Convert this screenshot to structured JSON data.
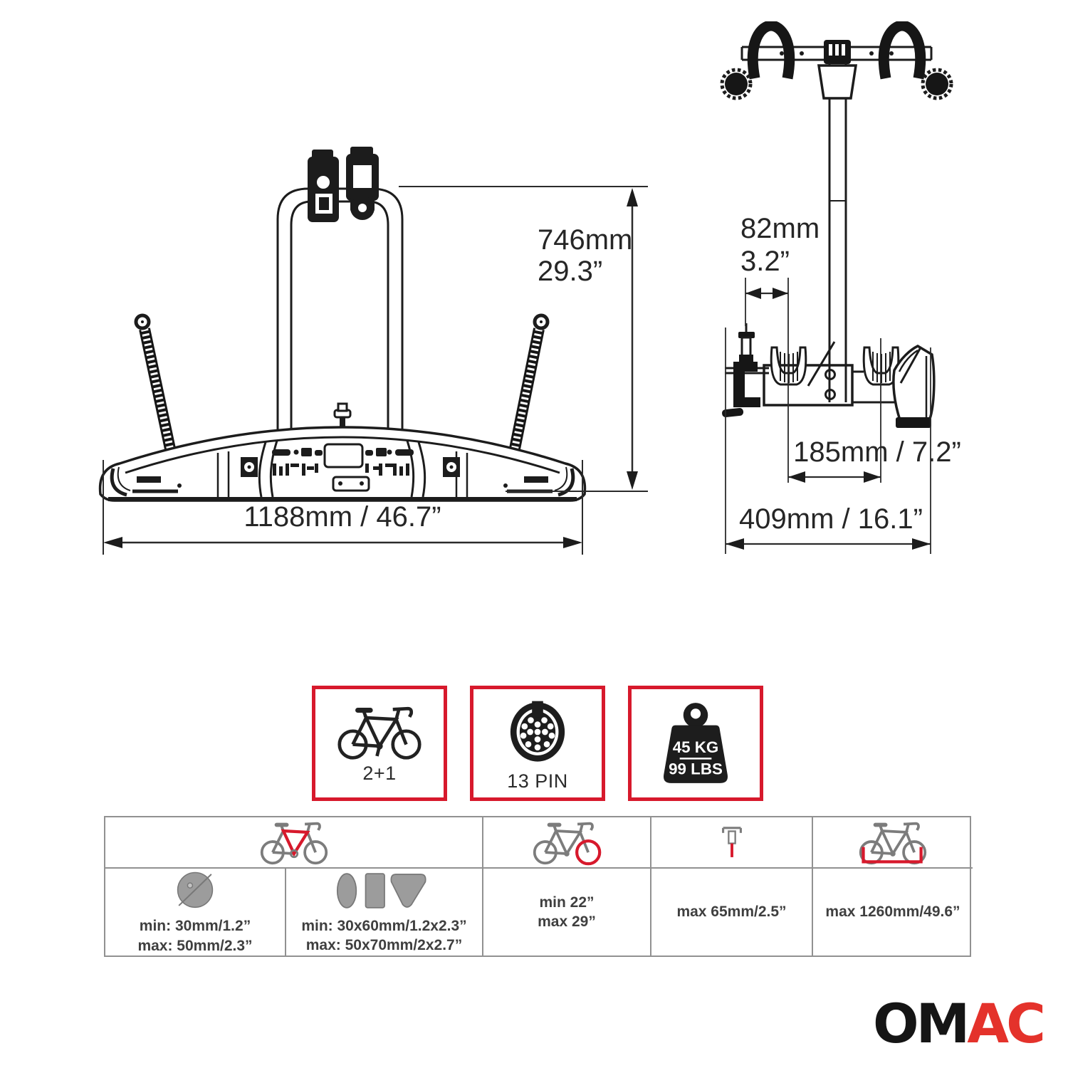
{
  "front_view": {
    "dim_height_mm": "746mm",
    "dim_height_in": "29.3”",
    "dim_width": "1188mm / 46.7”"
  },
  "side_view": {
    "dim_hitch_mm": "82mm",
    "dim_hitch_in": "3.2”",
    "dim_cradle_spacing": "185mm / 7.2”",
    "dim_depth": "409mm / 16.1”"
  },
  "badges": {
    "bike_capacity_label": "2+1",
    "connector_label": "13 PIN",
    "max_load_kg": "45 KG",
    "max_load_lbs": "99 LBS"
  },
  "spec_table": {
    "frame_round": {
      "line1": "min: 30mm/1.2”",
      "line2": "max: 50mm/2.3”"
    },
    "frame_shaped": {
      "line1": "min: 30x60mm/1.2x2.3”",
      "line2": "max: 50x70mm/2x2.7”"
    },
    "wheel_size": {
      "line1": "min 22”",
      "line2": "max 29”"
    },
    "seatpost": {
      "line1": "max 65mm/2.5”"
    },
    "wheelbase": {
      "line1": "max 1260mm/49.6”"
    }
  },
  "logo": {
    "black": "OM",
    "red": "AC"
  },
  "colors": {
    "accent_red": "#d7192c",
    "logo_red": "#e4322b",
    "line_dark": "#1c1c1c",
    "icon_gray": "#7c7c7c",
    "table_border": "#919191",
    "table_text": "#3f3f3f",
    "shape_fill": "#9c9c9c"
  }
}
